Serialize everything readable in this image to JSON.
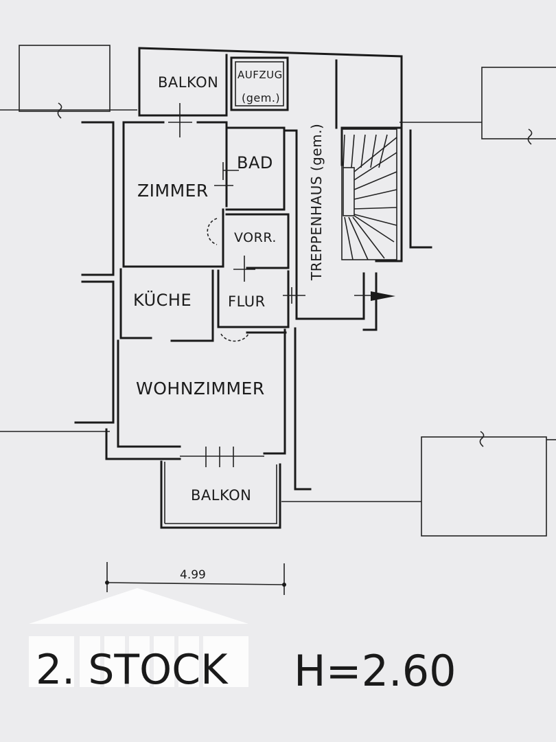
{
  "rooms": {
    "balkon_top": "BALKON",
    "aufzug_line1": "AUFZUG",
    "aufzug_line2": "(gem.)",
    "bad": "BAD",
    "zimmer": "ZIMMER",
    "vorr": "VORR.",
    "kueche": "KÜCHE",
    "flur": "FLUR",
    "wohnzimmer": "WOHNZIMMER",
    "balkon_bottom": "BALKON",
    "treppenhaus": "TREPPENHAUS (gem.)"
  },
  "dimension": "4.99",
  "floor_label": "2. STOCK",
  "height_label": "H=2.60",
  "colors": {
    "paper": "#ececee",
    "ink": "#1a1a1a",
    "logo": "#ffffff"
  },
  "icons": [
    "north-arrow-icon",
    "house-logo-icon"
  ]
}
